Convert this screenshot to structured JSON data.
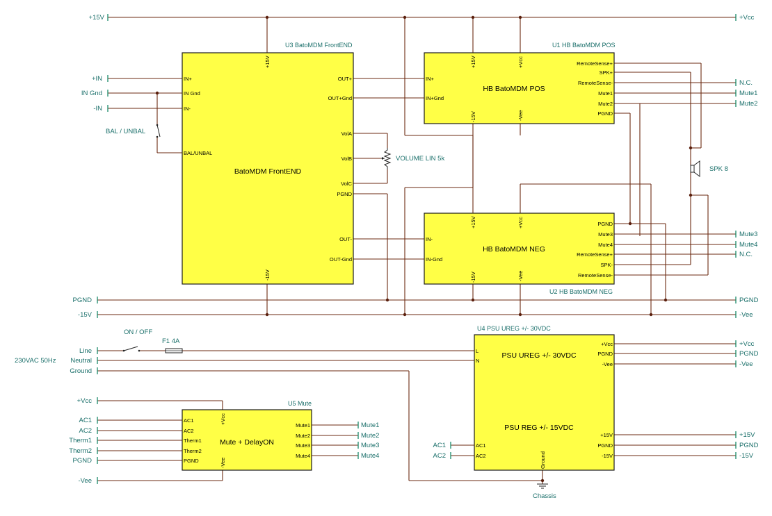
{
  "top_rail": {
    "left": "+15V",
    "right": "+Vcc"
  },
  "blocks": {
    "u3": {
      "ref": "U3 BatoMDM FrontEND",
      "title": "BatoMDM FrontEND",
      "pins": {
        "in_p": "IN+",
        "in_gnd": "IN Gnd",
        "in_n": "IN-",
        "bal": "BAL/UNBAL",
        "p15": "+15V",
        "m15": "-15V",
        "out_p": "OUT+",
        "out_p_gnd": "OUT+Gnd",
        "vola": "VolA",
        "volb": "VolB",
        "volc": "VolC",
        "pgnd": "PGND",
        "out_n": "OUT-",
        "out_n_gnd": "OUT-Gnd"
      }
    },
    "u1": {
      "ref": "U1 HB BatoMDM POS",
      "title": "HB BatoMDM POS",
      "pins": {
        "in_p": "IN+",
        "in_gnd": "IN+Gnd",
        "p15": "+15V",
        "vcc": "+Vcc",
        "m15": "-15V",
        "vee": "-Vee",
        "rs_p": "RemoteSense+",
        "spk_p": "SPK+",
        "rs_n": "RemoteSense-",
        "mute1": "Mute1",
        "mute2": "Mute2",
        "pgnd": "PGND"
      }
    },
    "u2": {
      "ref": "U2 HB BatoMDM NEG",
      "title": "HB BatoMDM NEG",
      "pins": {
        "in_n": "IN-",
        "in_gnd": "IN-Gnd",
        "p15": "+15V",
        "vcc": "+Vcc",
        "m15": "-15V",
        "vee": "-Vee",
        "pgnd": "PGND",
        "mute3": "Mute3",
        "mute4": "Mute4",
        "rs_p": "RemoteSense+",
        "spk_n": "SPK-",
        "rs_n": "RemoteSense-"
      }
    },
    "u4": {
      "ref": "U4 PSU UREG +/- 30VDC",
      "title1": "PSU UREG +/- 30VDC",
      "title2": "PSU REG +/- 15VDC",
      "pins": {
        "l": "L",
        "n": "N",
        "vcc": "+Vcc",
        "pgnd1": "PGND",
        "vee": "-Vee",
        "ac1": "AC1",
        "ac2": "AC2",
        "ground": "Ground",
        "p15": "+15V",
        "pgnd2": "PGND",
        "m15": "-15V"
      }
    },
    "u5": {
      "ref": "U5 Mute",
      "title": "Mute + DelayON",
      "pins": {
        "ac1": "AC1",
        "ac2": "AC2",
        "therm1": "Therm1",
        "therm2": "Therm2",
        "pgnd": "PGND",
        "vcc": "+Vcc",
        "vee": "-Vee",
        "mute1": "Mute1",
        "mute2": "Mute2",
        "mute3": "Mute3",
        "mute4": "Mute4"
      }
    }
  },
  "nets_left": {
    "in_p": "+IN",
    "in_gnd": "IN Gnd",
    "in_n": "-IN",
    "pgnd": "PGND",
    "m15": "-15V",
    "line": "Line",
    "neutral": "Neutral",
    "ground": "Ground",
    "vcc": "+Vcc",
    "ac1": "AC1",
    "ac2": "AC2",
    "therm1": "Therm1",
    "therm2": "Therm2",
    "pgnd2": "PGND",
    "vee": "-Vee",
    "ac1b": "AC1",
    "ac2b": "AC2"
  },
  "nets_right": {
    "nc1": "N.C.",
    "mute1": "Mute1",
    "mute2": "Mute2",
    "mute3": "Mute3",
    "mute4": "Mute4",
    "nc2": "N.C.",
    "pgnd": "PGND",
    "vee": "-Vee",
    "vcc_out": "+Vcc",
    "pgnd_out": "PGND",
    "vee_out": "-Vee",
    "p15_out": "+15V",
    "pgnd_out2": "PGND",
    "m15_out": "-15V",
    "u5_mute1": "Mute1",
    "u5_mute2": "Mute2",
    "u5_mute3": "Mute3",
    "u5_mute4": "Mute4"
  },
  "components": {
    "switch_bal": "BAL / UNBAL",
    "pot": "VOLUME LIN 5k",
    "speaker": "SPK 8",
    "switch_power": "ON / OFF",
    "fuse": "F1 4A",
    "mains": "230VAC 50Hz",
    "chassis": "Chassis"
  }
}
